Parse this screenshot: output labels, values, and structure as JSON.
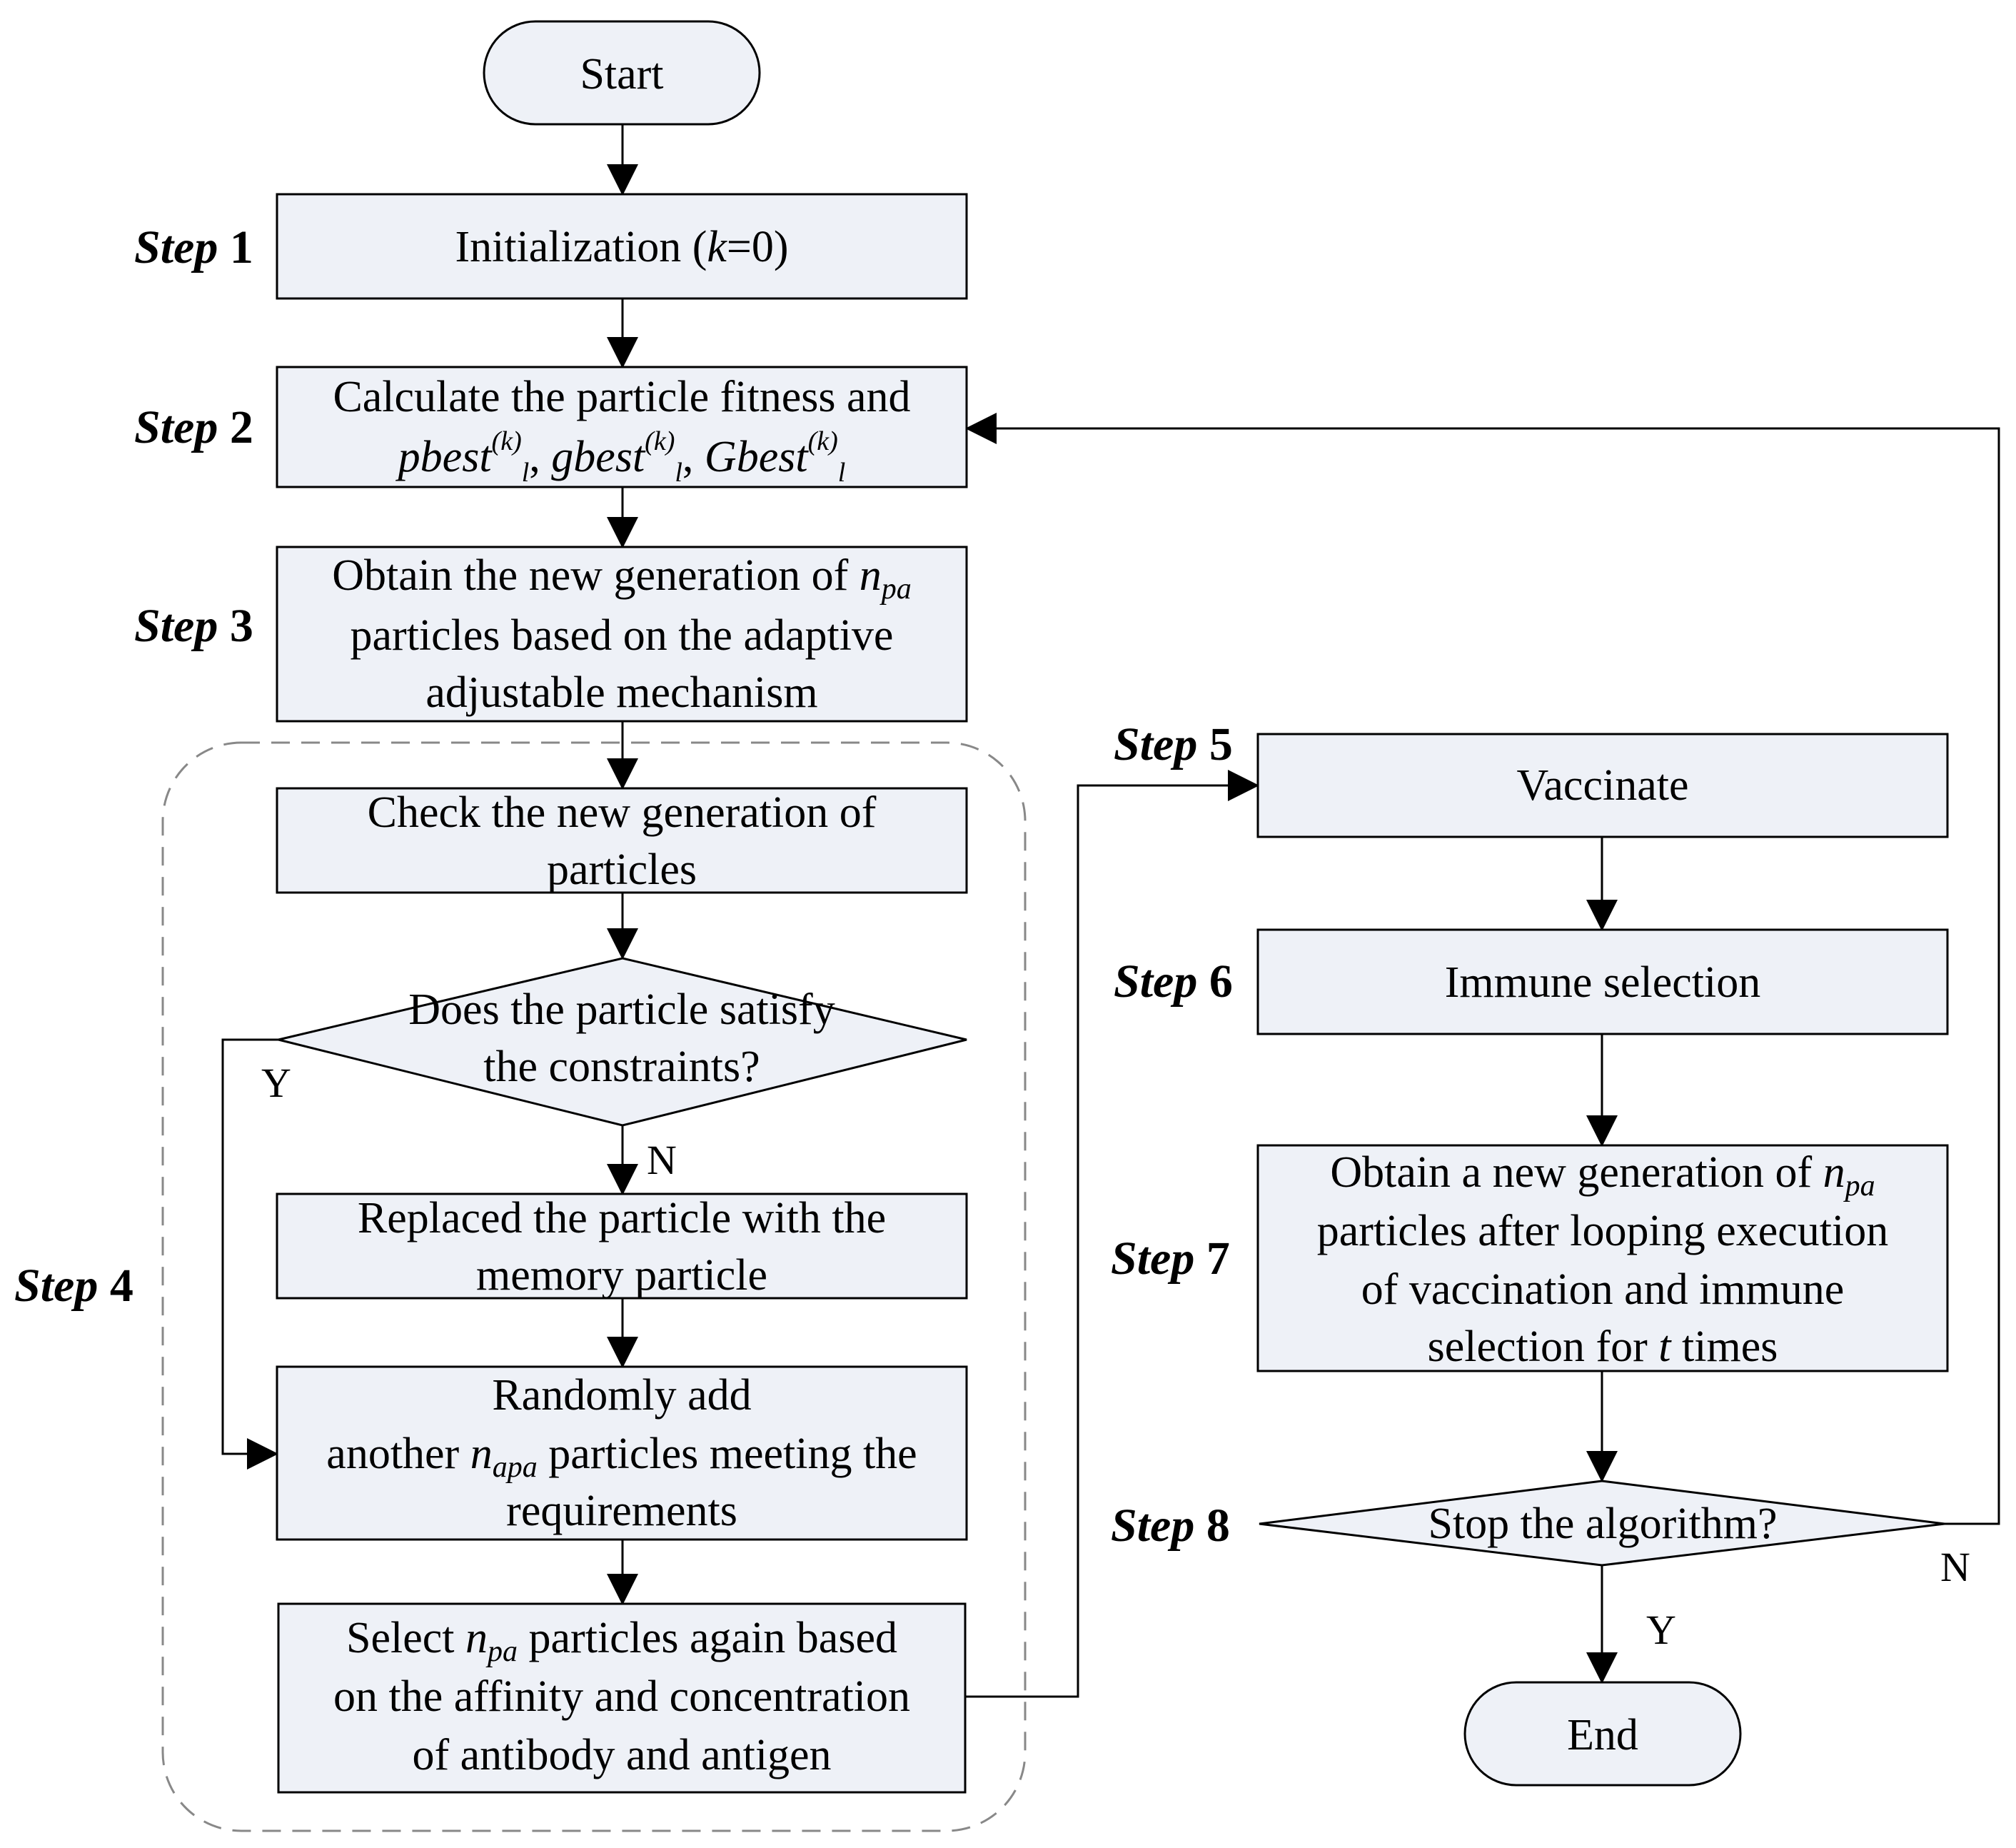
{
  "nodes": {
    "start": {
      "text": "Start"
    },
    "init": {
      "parts": [
        "Initialization (",
        "k",
        "=0)"
      ]
    },
    "fitness": {
      "line1": "Calculate the particle fitness and",
      "pbest": "pbest",
      "gbest": "gbest",
      "Gbest": "Gbest",
      "sup": "(k)",
      "sub": "l",
      "comma": ","
    },
    "obtain": {
      "line1_pre": "Obtain the new generation of ",
      "n": "n",
      "pa": "pa",
      "line2": "particles based on the adaptive",
      "line3": "adjustable mechanism"
    },
    "check": {
      "line1": "Check the new generation of",
      "line2": "particles"
    },
    "constraint": {
      "line1": "Does the particle satisfy",
      "line2": "the constraints?"
    },
    "replace": {
      "line1": "Replaced the particle with the",
      "line2": "memory particle"
    },
    "random_add": {
      "line1": "Randomly add",
      "line2_pre": "another ",
      "n": "n",
      "apa": "apa",
      "line2_post": " particles meeting the",
      "line3": "requirements"
    },
    "select": {
      "line1_pre": "Select ",
      "n": "n",
      "pa": "pa",
      "line1_post": " particles again based",
      "line2": "on the affinity and concentration",
      "line3": "of antibody and antigen"
    },
    "vaccinate": {
      "text": "Vaccinate"
    },
    "immune": {
      "text": "Immune selection"
    },
    "obtain_new": {
      "line1_pre": "Obtain a new generation of ",
      "n": "n",
      "pa": "pa",
      "line2": "particles after looping execution",
      "line3": "of vaccination and immune",
      "line4_pre": "selection for ",
      "t": "t",
      "line4_post": " times"
    },
    "stop": {
      "text": "Stop the algorithm?"
    },
    "end": {
      "text": "End"
    }
  },
  "steps": [
    {
      "word": "Step",
      "num": "1"
    },
    {
      "word": "Step",
      "num": "2"
    },
    {
      "word": "Step",
      "num": "3"
    },
    {
      "word": "Step",
      "num": "4"
    },
    {
      "word": "Step",
      "num": "5"
    },
    {
      "word": "Step",
      "num": "6"
    },
    {
      "word": "Step",
      "num": "7"
    },
    {
      "word": "Step",
      "num": "8"
    }
  ],
  "edge_labels": {
    "constraint_yes": "Y",
    "constraint_no": "N",
    "stop_no": "N",
    "stop_yes": "Y"
  }
}
